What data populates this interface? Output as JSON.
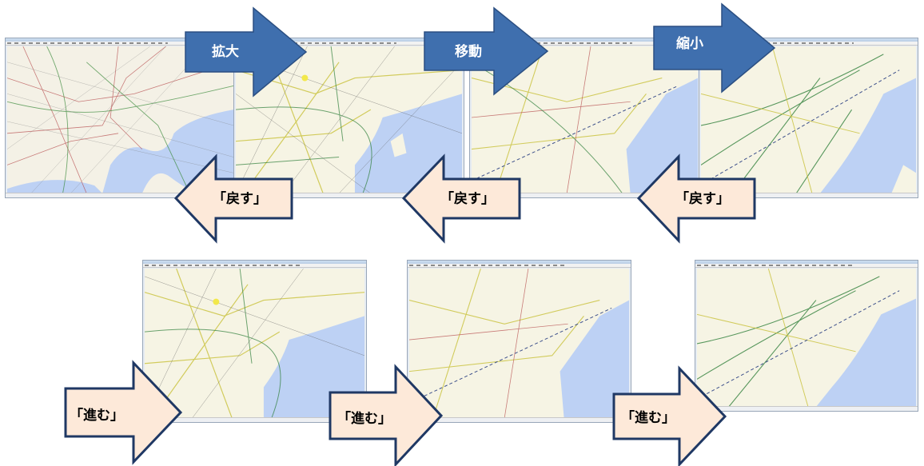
{
  "colors": {
    "blue_arrow_fill": "#3f6fae",
    "blue_arrow_edge": "#2b4f82",
    "peach_arrow_fill": "#fde9d9",
    "peach_arrow_edge": "#1f3864",
    "map_land": "#f4f1e6",
    "map_sea": "#bdd1f4"
  },
  "labels": {
    "zoom_in": "拡大",
    "move": "移動",
    "zoom_out": "縮小",
    "back": "「戻す」",
    "forward": "「進む」"
  }
}
